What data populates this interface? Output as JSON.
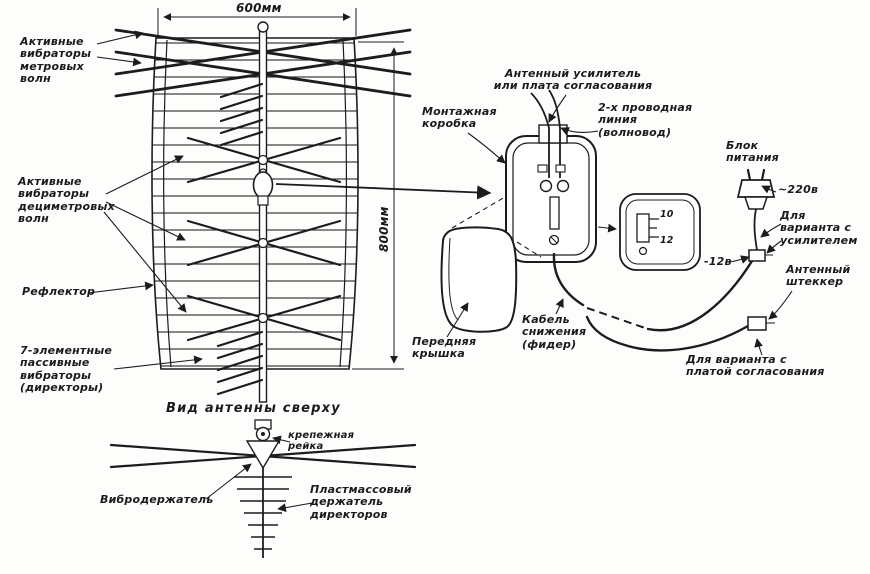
{
  "diagram": {
    "dims": {
      "width": "600мм",
      "height": "800мм"
    },
    "front": {
      "meter_vibrators": "Активные\nвибраторы\nметровых\nволн",
      "uhf_vibrators": "Активные\nвибраторы\nдециметровых\nволн",
      "reflector": "Рефлектор",
      "directors": "7-элементные\nпассивные\nвибраторы\n(директоры)"
    },
    "top_view": {
      "title": "Вид антенны сверху",
      "mounting_rail": "крепежная\nрейка",
      "vibrator_holder": "Вибродержатель",
      "plastic_holder": "Пластмассовый\nдержатель\nдиректоров"
    },
    "detail": {
      "amplifier": "Антенный усилитель\nили плата согласования",
      "mounting_box": "Монтажная\nкоробка",
      "two_wire_line": "2-х проводная\nлиния\n(волновод)",
      "front_cover": "Передняя\nкрышка",
      "feeder_cable": "Кабель\nснижения\n(фидер)",
      "pin_top": "10",
      "pin_bottom": "12"
    },
    "power": {
      "psu": "Блок\nпитания",
      "mains": "~220в",
      "dc": "-12в",
      "amp_variant": "Для\nварианта с\nусилителем",
      "antenna_plug": "Антенный\nштеккер",
      "match_variant": "Для варианта с\nплатой согласования"
    }
  }
}
